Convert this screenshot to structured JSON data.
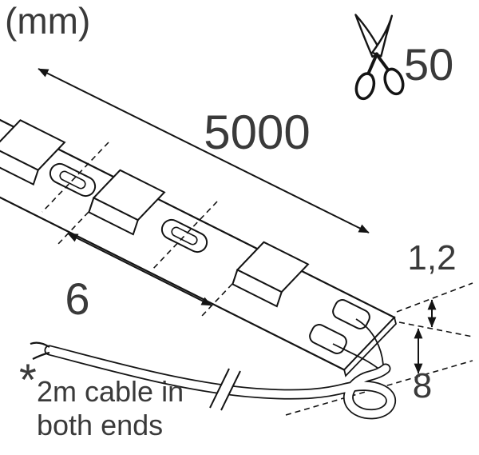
{
  "unit_label": "(mm)",
  "dimensions": {
    "strip_length_mm": "5000",
    "cut_interval_mm": "50",
    "led_pitch_mm": "6",
    "thickness_mm": "1,2",
    "strip_width_mm": "8"
  },
  "note": {
    "marker": "*",
    "line1": "2m cable in",
    "line2": "both ends"
  },
  "icons": {
    "scissors": "cut-interval-symbol"
  },
  "colors": {
    "line": "#141414",
    "text": "#3a3a3a",
    "background": "#ffffff"
  }
}
